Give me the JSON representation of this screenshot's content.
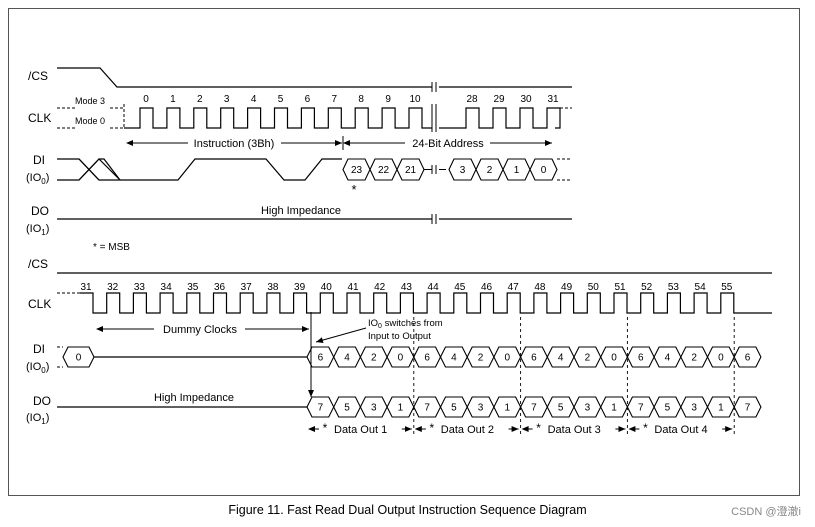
{
  "caption": "Figure 11. Fast Read Dual Output Instruction Sequence Diagram",
  "watermark": "CSDN @澄澈i",
  "signals_top": {
    "cs": "/CS",
    "clk": "CLK",
    "di": "DI",
    "di_io": "(IO",
    "di_sub": "0",
    "do": "DO",
    "do_io": "(IO",
    "do_sub": "1",
    "close": ")"
  },
  "signals_bottom": {
    "cs": "/CS",
    "clk": "CLK",
    "di": "DI",
    "do": "DO"
  },
  "mode3": "Mode 3",
  "mode0": "Mode 0",
  "instruction_label": "Instruction (3Bh)",
  "address_label": "24-Bit Address",
  "high_impedance_top": "High Impedance",
  "high_impedance_bottom": "High Impedance",
  "msb_note": "* = MSB",
  "dummy_clocks": "Dummy Clocks",
  "switch_note_line1": "IO",
  "switch_note_sub": "0",
  "switch_note_rest": " switches from",
  "switch_note_line2": "Input to Output",
  "top_clock_numbers": [
    "0",
    "1",
    "2",
    "3",
    "4",
    "5",
    "6",
    "7",
    "8",
    "9",
    "10",
    "28",
    "29",
    "30",
    "31"
  ],
  "bottom_clock_numbers": [
    "31",
    "32",
    "33",
    "34",
    "35",
    "36",
    "37",
    "38",
    "39",
    "40",
    "41",
    "42",
    "43",
    "44",
    "45",
    "46",
    "47",
    "48",
    "49",
    "50",
    "51",
    "52",
    "53",
    "54",
    "55"
  ],
  "address_bits_a": [
    "23",
    "22",
    "21"
  ],
  "address_bits_b": [
    "3",
    "2",
    "1",
    "0"
  ],
  "di_first_bit": "0",
  "di_out_bits": [
    "6",
    "4",
    "2",
    "0",
    "6",
    "4",
    "2",
    "0",
    "6",
    "4",
    "2",
    "0",
    "6",
    "4",
    "2",
    "0",
    "6"
  ],
  "do_out_bits": [
    "7",
    "5",
    "3",
    "1",
    "7",
    "5",
    "3",
    "1",
    "7",
    "5",
    "3",
    "1",
    "7",
    "5",
    "3",
    "1",
    "7"
  ],
  "data_out_labels": [
    "Data Out 1",
    "Data Out 2",
    "Data Out 3",
    "Data Out 4"
  ],
  "star": "*"
}
